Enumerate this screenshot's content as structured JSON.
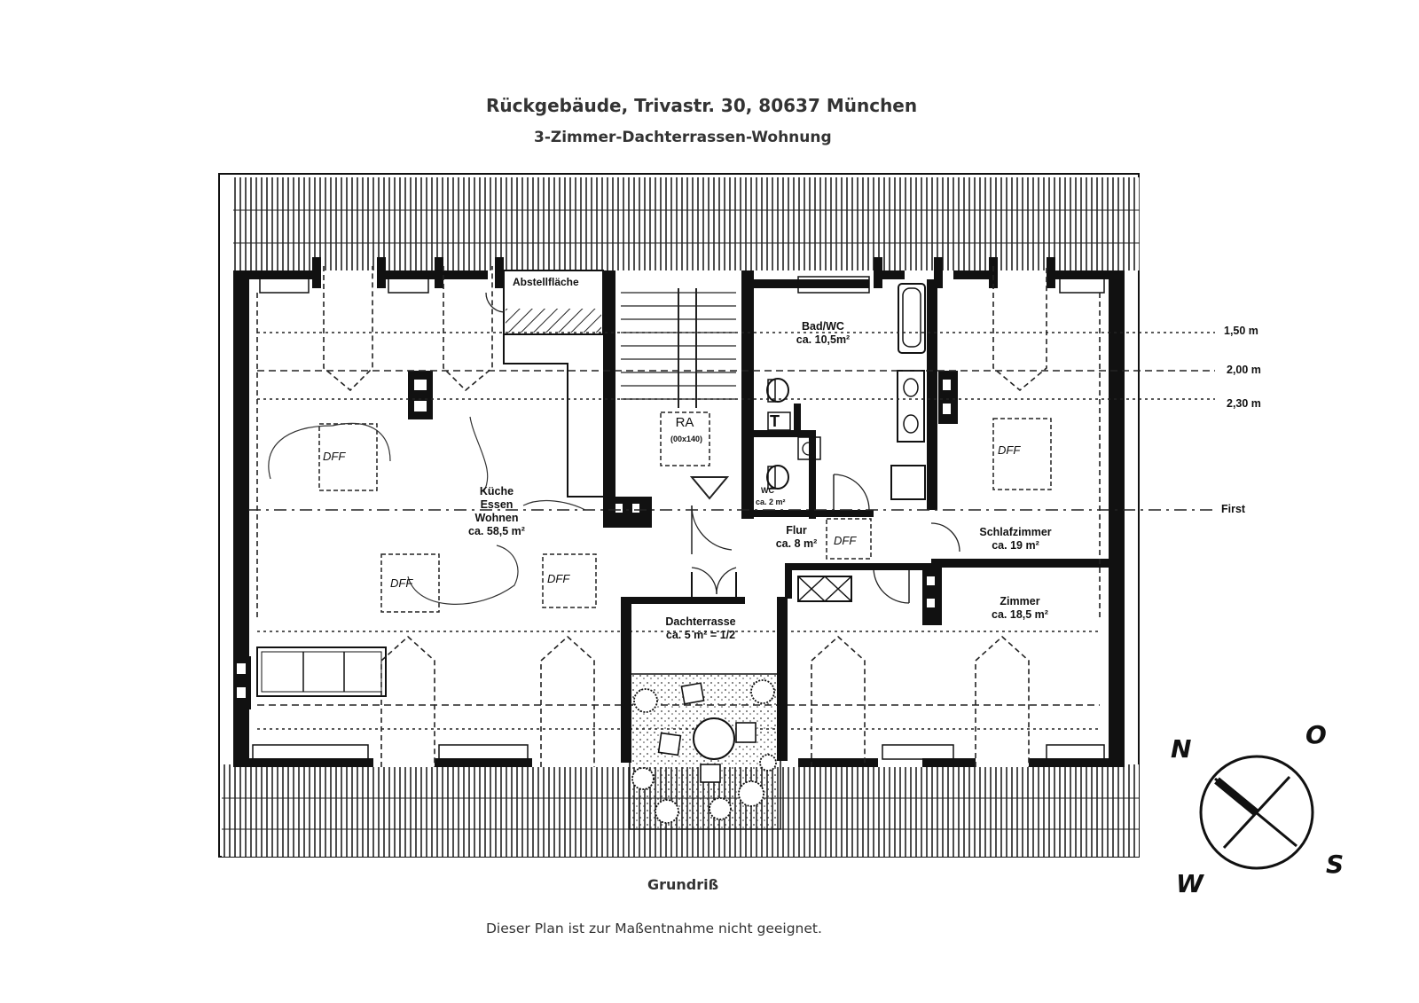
{
  "header": {
    "title": "Rückgebäude, Trivastr. 30, 80637 München",
    "subtitle": "3-Zimmer-Dachterrassen-Wohnung"
  },
  "rooms": {
    "abstellflaeche": "Abstellfläche",
    "bad_name": "Bad/WC",
    "bad_area": "ca. 10,5m²",
    "ra_name": "RA",
    "ra_note": "(00x140)",
    "kueche_line1": "Küche",
    "kueche_line2": "Essen",
    "kueche_line3": "Wohnen",
    "kueche_area": "ca. 58,5 m²",
    "wc_name": "WC",
    "wc_area": "ca. 2 m²",
    "t_label": "T",
    "flur_name": "Flur",
    "flur_area": "ca. 8 m²",
    "schlaf_name": "Schlafzimmer",
    "schlaf_area": "ca. 19 m²",
    "zimmer_name": "Zimmer",
    "zimmer_area": "ca. 18,5 m²",
    "terrasse_name": "Dachterrasse",
    "terrasse_area": "ca. 5 m² = 1/2"
  },
  "skylight_label": "DFF",
  "height_lines": [
    "1,50 m",
    "2,00 m",
    "2,30 m",
    "First"
  ],
  "caption": "Grundriß",
  "note": "Dieser Plan ist zur Maßentnahme nicht geeignet.",
  "compass": {
    "n": "N",
    "o": "O",
    "s": "S",
    "w": "W"
  }
}
